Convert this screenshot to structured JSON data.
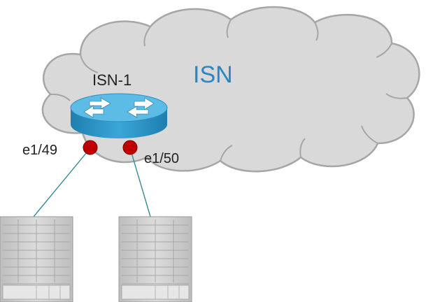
{
  "cloud": {
    "label": "ISN",
    "label_color": "#2e86c1",
    "fill": "#d9d9d9",
    "stroke": "#a6a6a6"
  },
  "router": {
    "name": "ISN-1",
    "color": "#3aa6d8",
    "icon": "router-icon"
  },
  "ports": [
    {
      "name": "e1/49",
      "color": "#c00000"
    },
    {
      "name": "e1/50",
      "color": "#c00000"
    }
  ],
  "switches": [
    {
      "icon": "switch-chassis-icon"
    },
    {
      "icon": "switch-chassis-icon"
    }
  ],
  "link_color": "#3b8a96"
}
